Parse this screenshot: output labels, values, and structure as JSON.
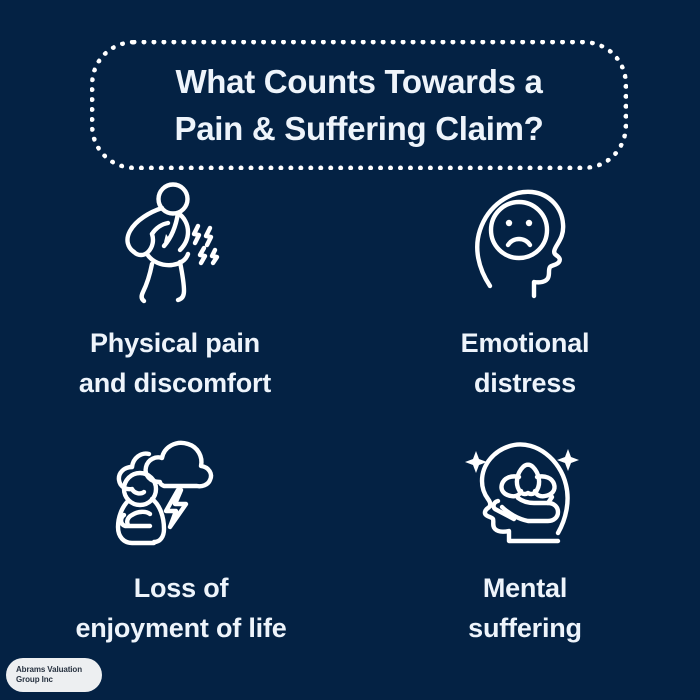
{
  "colors": {
    "background": "#042244",
    "text": "#eef4fb",
    "stroke": "#ffffff",
    "watermark_bg": "#ffffff",
    "watermark_text": "#2b3440"
  },
  "title": {
    "line1": "What Counts Towards a",
    "line2": "Pain & Suffering Claim?"
  },
  "items": [
    {
      "icon": "person-back-pain-icon",
      "label_line1": "Physical pain",
      "label_line2": "and discomfort"
    },
    {
      "icon": "head-sad-face-icon",
      "label_line1": "Emotional",
      "label_line2": "distress"
    },
    {
      "icon": "person-storm-cloud-icon",
      "label_line1": "Loss of",
      "label_line2": "enjoyment of life"
    },
    {
      "icon": "head-lotus-hand-icon",
      "label_line1": "Mental",
      "label_line2": "suffering"
    }
  ],
  "watermark": {
    "line1": "Abrams Valuation",
    "line2": "Group Inc"
  }
}
